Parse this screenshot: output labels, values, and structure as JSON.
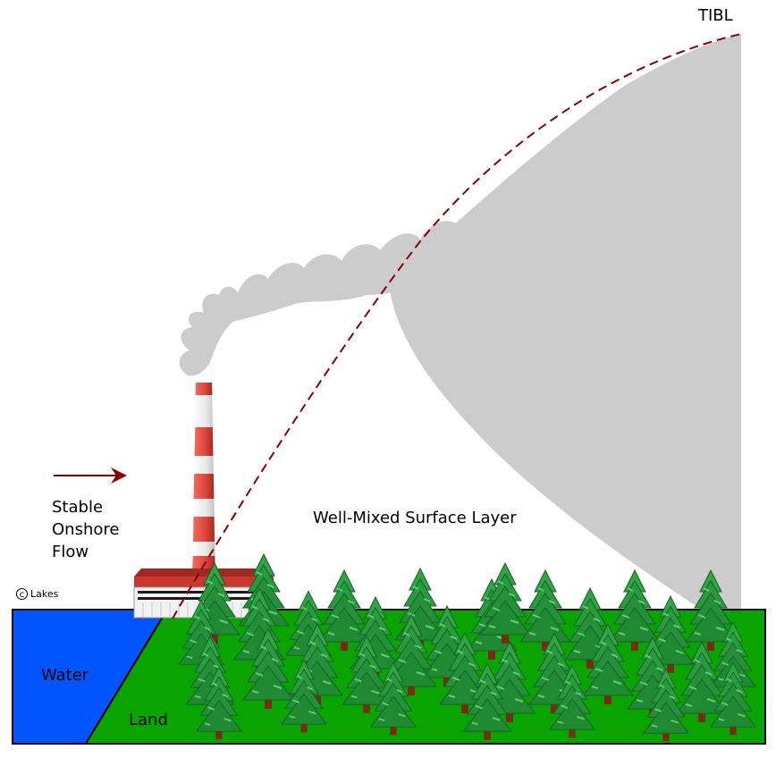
{
  "labels": {
    "tibl": "TIBL",
    "flow_line1": "Stable",
    "flow_line2": "Onshore",
    "flow_line3": "Flow",
    "surface_layer": "Well-Mixed Surface Layer",
    "water": "Water",
    "land": "Land",
    "copyright_symbol": "c",
    "copyright_text": "Lakes"
  },
  "colors": {
    "water": "#0055ff",
    "land": "#0aa400",
    "plume": "#cccccc",
    "tibl_line": "#8b0000",
    "arrow": "#8b0000",
    "stack_red": "#d9443a",
    "tree_green": "#1f8a32",
    "trunk": "#7a2a10"
  },
  "icons": [
    "smokestack-icon",
    "power-plant-icon",
    "pine-tree-icon",
    "arrow-right-icon"
  ]
}
